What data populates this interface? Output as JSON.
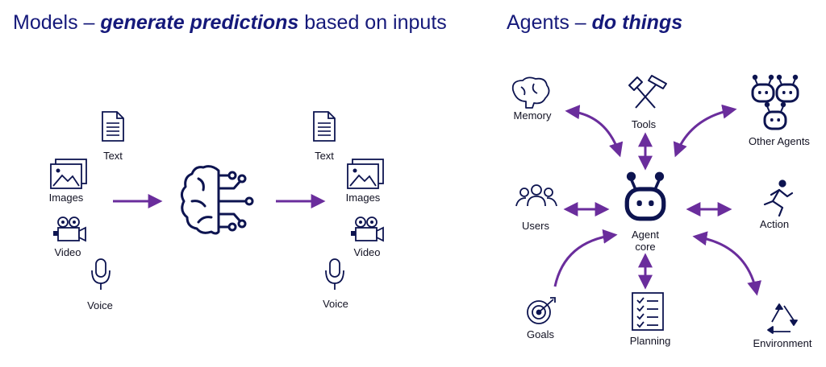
{
  "models": {
    "title_prefix": "Models – ",
    "title_emphasis": "generate predictions",
    "title_suffix": " based on inputs",
    "inputs": [
      "Text",
      "Images",
      "Video",
      "Voice"
    ],
    "outputs": [
      "Text",
      "Images",
      "Video",
      "Voice"
    ]
  },
  "agents": {
    "title_prefix": "Agents – ",
    "title_emphasis": "do things",
    "core_line1": "Agent",
    "core_line2": "core",
    "nodes": {
      "memory": "Memory",
      "tools": "Tools",
      "other_agents": "Other Agents",
      "users": "Users",
      "action": "Action",
      "goals": "Goals",
      "planning": "Planning",
      "environment": "Environment"
    }
  },
  "colors": {
    "title": "#15197a",
    "icon": "#0d1450",
    "arrow": "#6a2d9c"
  }
}
